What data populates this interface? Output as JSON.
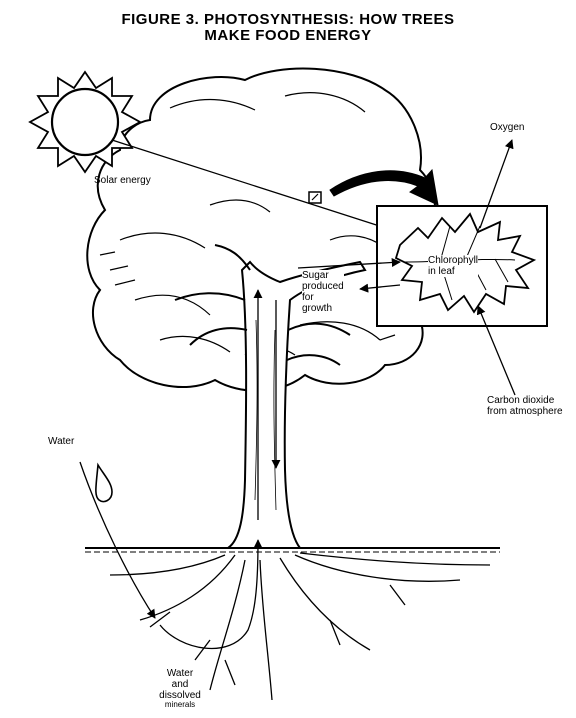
{
  "figure": {
    "title_line1": "FIGURE 3.   PHOTOSYNTHESIS: HOW TREES",
    "title_line2": "MAKE FOOD ENERGY"
  },
  "labels": {
    "solar_energy": "Solar energy",
    "oxygen": "Oxygen",
    "chlorophyll_line1": "Chlorophyll",
    "chlorophyll_line2": "in leaf",
    "sugar_line1": "Sugar",
    "sugar_line2": "produced",
    "sugar_line3": "for",
    "sugar_line4": "growth",
    "carbon_line1": "Carbon dioxide",
    "carbon_line2": "from atmosphere",
    "water": "Water",
    "water_min_line1": "Water",
    "water_min_line2": "and",
    "water_min_line3": "dissolved",
    "water_min_line4": "minerals"
  }
}
